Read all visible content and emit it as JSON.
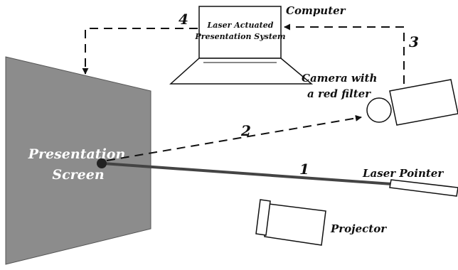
{
  "screen": {
    "label_line1": "Presentation",
    "label_line2": "Screen",
    "fill": "#8c8c8c"
  },
  "computer": {
    "label": "Computer",
    "screen_text_line1": "Laser Actuated",
    "screen_text_line2": "Presentation System"
  },
  "camera": {
    "label_line1": "Camera with",
    "label_line2": "a red filter"
  },
  "laser_pointer": {
    "label": "Laser Pointer"
  },
  "projector": {
    "label": "Projector"
  },
  "paths": {
    "beam_number": "1",
    "reflection_number": "2",
    "camera_to_computer_number": "3",
    "computer_to_screen_number": "4"
  },
  "colors": {
    "ink": "#111111",
    "beam": "#444444"
  }
}
